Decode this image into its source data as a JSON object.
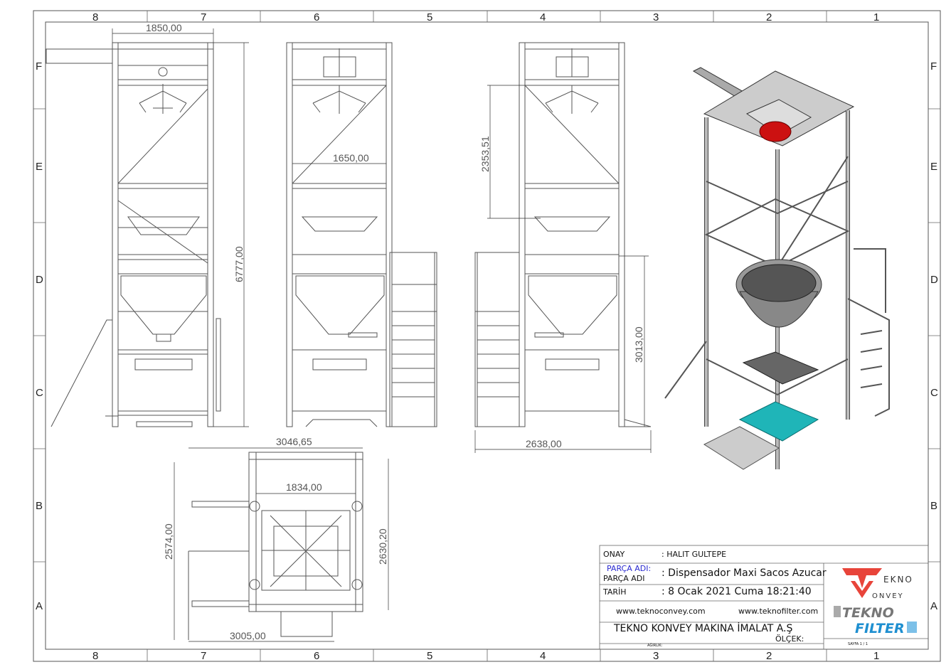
{
  "zones": {
    "columns": [
      "8",
      "7",
      "6",
      "5",
      "4",
      "3",
      "2",
      "1"
    ],
    "rows": [
      "F",
      "E",
      "D",
      "C",
      "B",
      "A"
    ]
  },
  "dimensions": {
    "front_width": "1850,00",
    "front_height": "6777,00",
    "side_width": "1650,00",
    "side_upper_height": "2353,51",
    "side_lower_height": "3013,00",
    "side_base_width": "2638,00",
    "top_overall_width": "3046,65",
    "top_inner_width": "1834,00",
    "top_height_left": "2574,00",
    "top_height_right": "2630,20",
    "top_bottom_width": "3005,00"
  },
  "title_block": {
    "onay_label": "ONAY",
    "onay_value": ": HALIT GULTEPE",
    "parca_label": "PARÇA ADI",
    "parca_label_overlay": "PARÇA ADI:",
    "parca_value": ": Dispensador Maxi Sacos Azucar",
    "tarih_label": "TARİH",
    "tarih_value": ": 8 Ocak 2021 Cuma 18:21:40",
    "website_1": "www.teknoconvey.com",
    "website_2": "www.teknofilter.com",
    "company": "TEKNO KONVEY MAKINA İMALAT  A.Ş",
    "olcek_label": "ÖLÇEK:",
    "agirlik_label": "AĞIRLIK:",
    "sayfa": "SAYFA 1 / 1",
    "logo_1": "TEKNO CONVEY",
    "logo_2": "TEKNO FILTER"
  },
  "colors": {
    "logo_red": "#e8443a",
    "logo_blue": "#1e8fd0",
    "hopper_red": "#cc1111",
    "pallet_cyan": "#1fb5b8",
    "annotation_blue": "#2a2ad0"
  }
}
